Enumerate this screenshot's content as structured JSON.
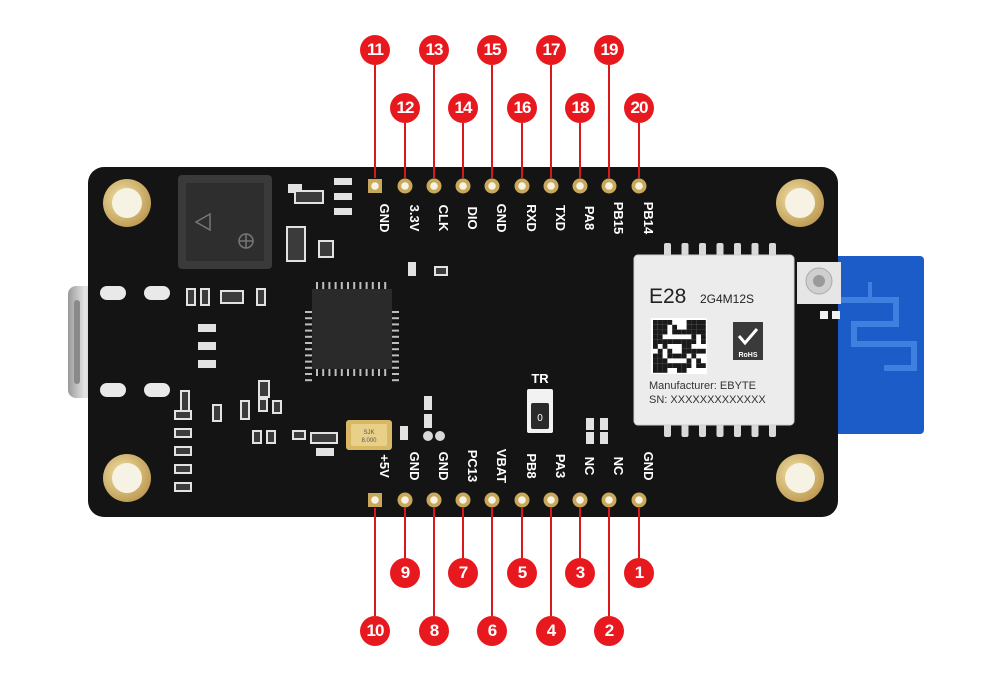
{
  "module": {
    "model": "E28",
    "part": "2G4M12S",
    "manufacturer": "Manufacturer: EBYTE",
    "sn": "SN: XXXXXXXXXXXXX",
    "rohs": "RoHS"
  },
  "board": {
    "switch_label": "TR",
    "switch_value": "0",
    "crystal_line1": "SJK",
    "crystal_line2": "8.000"
  },
  "top_pins": [
    {
      "num": "11",
      "label": "GND"
    },
    {
      "num": "12",
      "label": "3.3V"
    },
    {
      "num": "13",
      "label": "CLK"
    },
    {
      "num": "14",
      "label": "DIO"
    },
    {
      "num": "15",
      "label": "GND"
    },
    {
      "num": "16",
      "label": "RXD"
    },
    {
      "num": "17",
      "label": "TXD"
    },
    {
      "num": "18",
      "label": "PA8"
    },
    {
      "num": "19",
      "label": "PB15"
    },
    {
      "num": "20",
      "label": "PB14"
    }
  ],
  "bottom_pins": [
    {
      "num": "10",
      "label": "+5V"
    },
    {
      "num": "9",
      "label": "GND"
    },
    {
      "num": "8",
      "label": "GND"
    },
    {
      "num": "7",
      "label": "PC13"
    },
    {
      "num": "6",
      "label": "VBAT"
    },
    {
      "num": "5",
      "label": "PB8"
    },
    {
      "num": "4",
      "label": "PA3"
    },
    {
      "num": "3",
      "label": "NC"
    },
    {
      "num": "2",
      "label": "NC"
    },
    {
      "num": "1",
      "label": "GND"
    }
  ],
  "colors": {
    "board": "#141414",
    "marker": "#e8191e",
    "gold": "#c9a85a",
    "module_blue": "#1c5cc8",
    "shield": "#e9e9e9"
  }
}
